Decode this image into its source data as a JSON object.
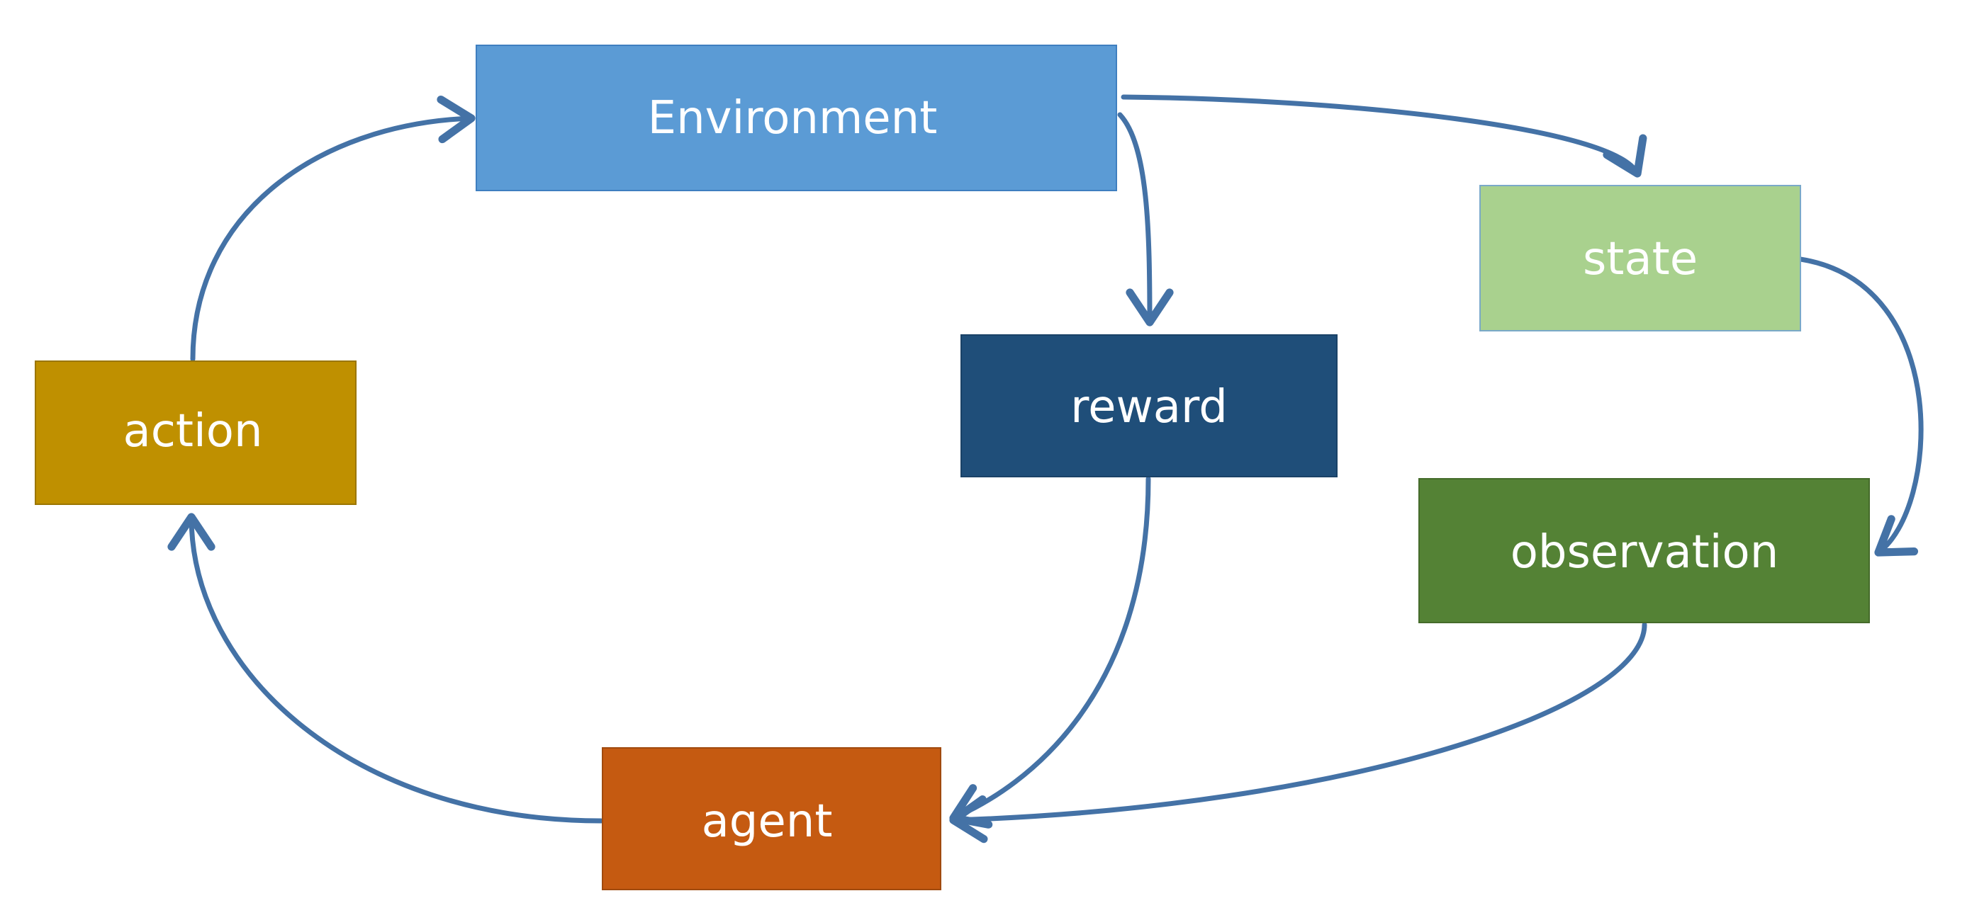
{
  "nodes": {
    "environment": {
      "label": "Environment",
      "fill": "#5b9bd5",
      "stroke": "#3f7fc0"
    },
    "state": {
      "label": "state",
      "fill": "#a9d18e",
      "stroke": "#7aa9c9"
    },
    "reward": {
      "label": "reward",
      "fill": "#1f4e79",
      "stroke": "#1a4267"
    },
    "action": {
      "label": "action",
      "fill": "#bf9000",
      "stroke": "#9b7600"
    },
    "observation": {
      "label": "observation",
      "fill": "#548235",
      "stroke": "#456b2b"
    },
    "agent": {
      "label": "agent",
      "fill": "#c55a11",
      "stroke": "#a04a0e"
    }
  },
  "edges": [
    {
      "from": "environment",
      "to": "state"
    },
    {
      "from": "environment",
      "to": "reward"
    },
    {
      "from": "state",
      "to": "observation"
    },
    {
      "from": "reward",
      "to": "agent"
    },
    {
      "from": "observation",
      "to": "agent"
    },
    {
      "from": "agent",
      "to": "action"
    },
    {
      "from": "action",
      "to": "environment"
    }
  ],
  "colors": {
    "arrow": "#4472a6",
    "background": "#ffffff"
  }
}
